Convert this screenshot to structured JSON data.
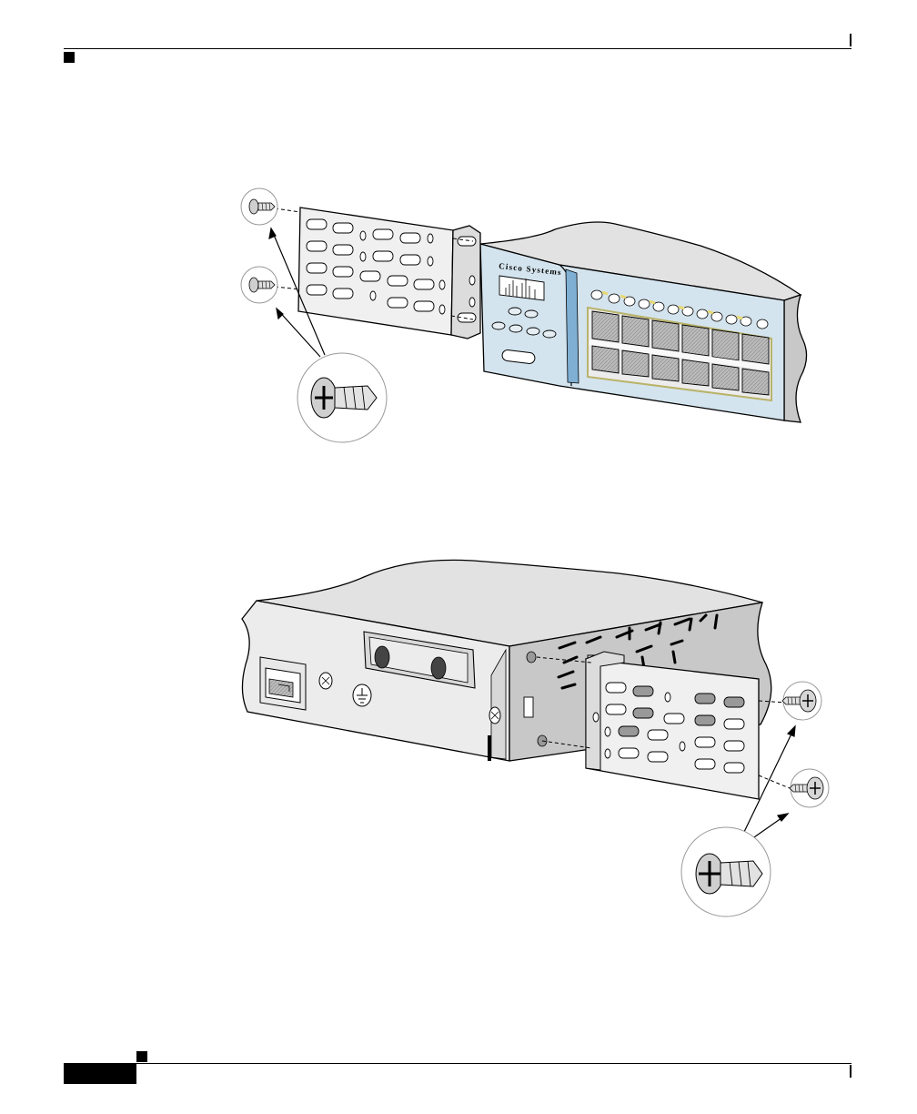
{
  "figure_top": {
    "brand_logo_text": "Cisco Systems",
    "subject": "front-mount-bracket-attach"
  },
  "figure_bottom": {
    "subject": "rear-mount-bracket-attach"
  },
  "colors": {
    "chassis_front": "#d4e4ee",
    "chassis_side": "#c8c8c8",
    "chassis_top": "#e2e2e2",
    "bracket": "#f0f0f0",
    "port_panel_border": "#b9b36a",
    "led": "#e8d870",
    "line": "#000000"
  }
}
